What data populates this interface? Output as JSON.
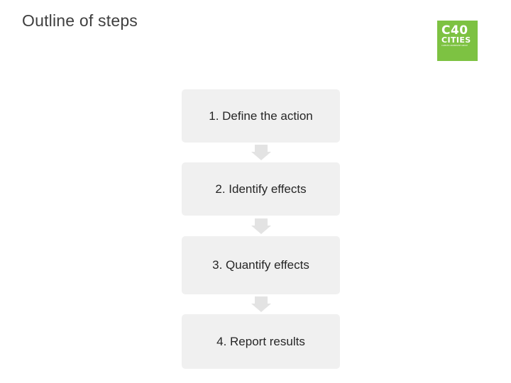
{
  "title": "Outline of steps",
  "logo": {
    "line1": "C40",
    "line2": "CITIES",
    "line3": "CLIMATE LEADERSHIP GROUP",
    "color": "#7dc242"
  },
  "steps": [
    {
      "label": "1. Define the action"
    },
    {
      "label": "2. Identify effects"
    },
    {
      "label": "3. Quantify effects"
    },
    {
      "label": "4. Report results"
    }
  ],
  "colors": {
    "box_fill": "#f0f0f0",
    "arrow_fill": "#e3e3e3",
    "text": "#262626"
  }
}
